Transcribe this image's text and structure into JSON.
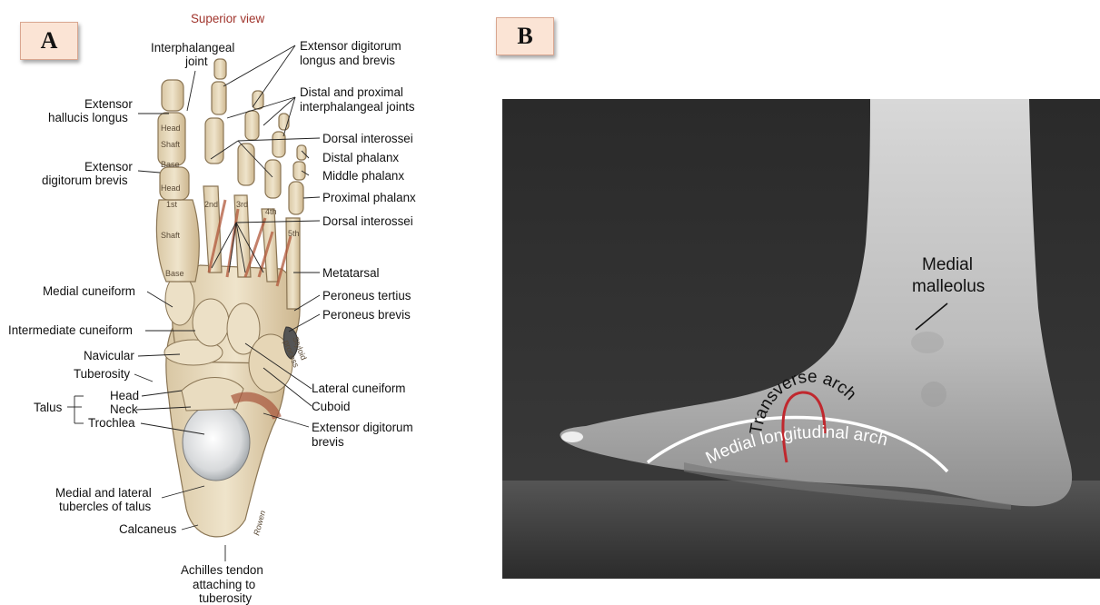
{
  "panel_a": {
    "badge": "A",
    "view_title": "Superior view",
    "left_labels": {
      "interphalangeal_joint_1": "Interphalangeal",
      "interphalangeal_joint_2": "joint",
      "ext_hallucis_1": "Extensor",
      "ext_hallucis_2": "hallucis longus",
      "ext_dig_brevis_1": "Extensor",
      "ext_dig_brevis_2": "digitorum brevis",
      "medial_cuneiform": "Medial cuneiform",
      "intermediate_cuneiform": "Intermediate cuneiform",
      "navicular": "Navicular",
      "tuberosity": "Tuberosity",
      "talus": "Talus",
      "head": "Head",
      "neck": "Neck",
      "trochlea": "Trochlea",
      "tubercles_1": "Medial and lateral",
      "tubercles_2": "tubercles of talus",
      "calcaneus": "Calcaneus",
      "achilles_1": "Achilles tendon",
      "achilles_2": "attaching to",
      "achilles_3": "tuberosity"
    },
    "right_labels": {
      "ext_dig_longus_1": "Extensor digitorum",
      "ext_dig_longus_2": "longus and brevis",
      "dist_prox_1": "Distal and proximal",
      "dist_prox_2": "interphalangeal joints",
      "dorsal_interossei_1": "Dorsal interossei",
      "distal_phalanx": "Distal phalanx",
      "middle_phalanx": "Middle phalanx",
      "proximal_phalanx": "Proximal phalanx",
      "dorsal_interossei_2": "Dorsal interossei",
      "metatarsal": "Metatarsal",
      "peroneus_tertius": "Peroneus tertius",
      "peroneus_brevis": "Peroneus brevis",
      "lateral_cuneiform": "Lateral cuneiform",
      "cuboid": "Cuboid",
      "ext_dig_brevis_r_1": "Extensor digitorum",
      "ext_dig_brevis_r_2": "brevis"
    },
    "bone_labels": {
      "head1": "Head",
      "shaft1": "Shaft",
      "base1": "Base",
      "head2": "Head",
      "first": "1st",
      "shaft2": "Shaft",
      "base2": "Base",
      "second": "2nd",
      "third": "3rd",
      "fourth": "4th",
      "fifth": "5th",
      "styloid_1": "Styloid",
      "styloid_2": "process",
      "signature": "Rowen"
    }
  },
  "panel_b": {
    "badge": "B",
    "medial_malleolus_1": "Medial",
    "medial_malleolus_2": "malleolus",
    "transverse_arch": "Transverse arch",
    "medial_longitudinal_arch": "Medial longitudinal arch",
    "colors": {
      "arch_line": "#c0282e",
      "arch_curve": "#ffffff"
    }
  }
}
